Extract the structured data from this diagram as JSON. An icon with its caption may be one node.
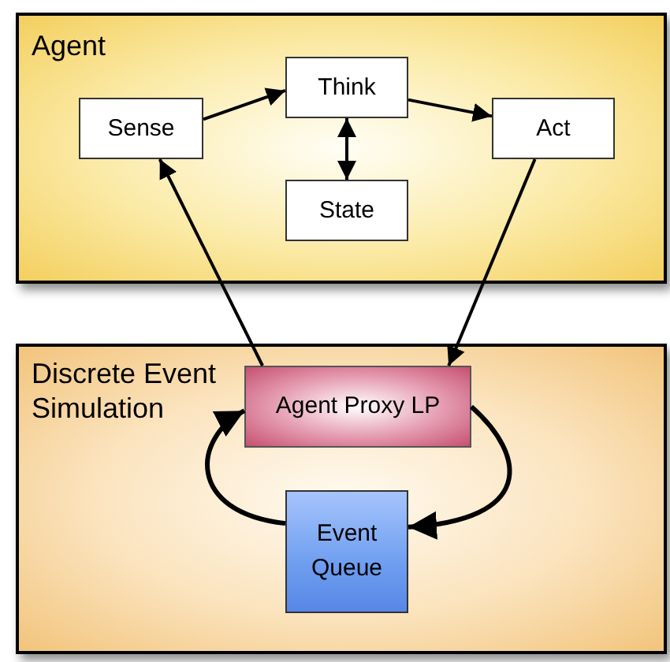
{
  "diagram": {
    "nodes": [
      {
        "text": [
          "Agent"
        ]
      },
      {
        "text": [
          "Sense"
        ],
        "in": 0
      },
      {
        "text": [
          "Think"
        ],
        "in": 0
      },
      {
        "text": [
          "Act"
        ],
        "in": 0
      },
      {
        "text": [
          "State"
        ],
        "in": 0
      },
      {
        "text": [
          "Discrete Event Simulation"
        ]
      },
      {
        "text": [
          "Agent Proxy LP"
        ],
        "in": 5
      },
      {
        "text": [
          "Event Queue"
        ],
        "in": 5
      }
    ],
    "edges": [
      {
        "from": 1,
        "to": 2,
        "arrow": "to"
      },
      {
        "from": 2,
        "to": 3,
        "arrow": "to"
      },
      {
        "from": 2,
        "to": 4,
        "arrow": "both"
      },
      {
        "from": 6,
        "to": 1,
        "arrow": "to"
      },
      {
        "from": 3,
        "to": 6,
        "arrow": "to"
      },
      {
        "from": 7,
        "to": 6,
        "arrow": "to"
      },
      {
        "from": 6,
        "to": 7,
        "arrow": "to"
      }
    ]
  }
}
